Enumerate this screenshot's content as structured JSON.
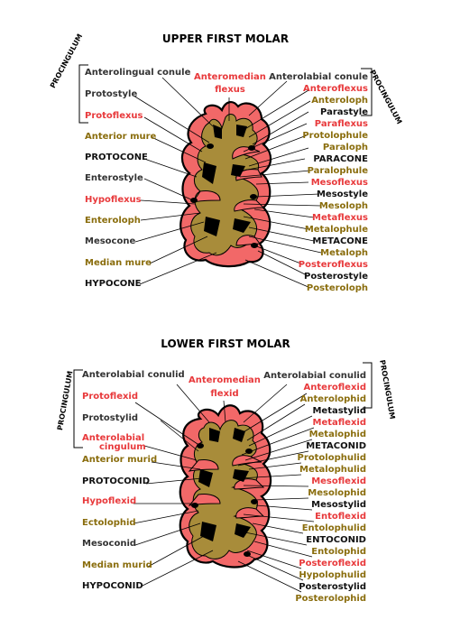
{
  "upper": {
    "title": "UPPER FIRST MOLAR",
    "procingulum_left": "PROCINGULUM",
    "procingulum_right": "PROCINGULUM",
    "left_labels": [
      {
        "text": "Anterolingual conule",
        "cls": "grey"
      },
      {
        "text": "Protostyle",
        "cls": "grey"
      },
      {
        "text": "Protoflexus",
        "cls": "red"
      },
      {
        "text": "Anterior mure",
        "cls": "olive"
      },
      {
        "text": "PROTOCONE",
        "cls": "blk"
      },
      {
        "text": "Enterostyle",
        "cls": "grey"
      },
      {
        "text": "Hypoflexus",
        "cls": "red"
      },
      {
        "text": "Enteroloph",
        "cls": "olive"
      },
      {
        "text": "Mesocone",
        "cls": "grey"
      },
      {
        "text": "Median mure",
        "cls": "olive"
      },
      {
        "text": "HYPOCONE",
        "cls": "blk"
      }
    ],
    "top_label_line1": "Anteromedian",
    "top_label_line2": "flexus",
    "right_labels": [
      {
        "text": "Anterolabial conule",
        "cls": "grey"
      },
      {
        "text": "Anteroflexus",
        "cls": "red"
      },
      {
        "text": "Anteroloph",
        "cls": "olive"
      },
      {
        "text": "Parastyle",
        "cls": "blk"
      },
      {
        "text": "Paraflexus",
        "cls": "red"
      },
      {
        "text": "Protolophule",
        "cls": "olive"
      },
      {
        "text": "Paraloph",
        "cls": "olive"
      },
      {
        "text": "PARACONE",
        "cls": "blk"
      },
      {
        "text": "Paralophule",
        "cls": "olive"
      },
      {
        "text": "Mesoflexus",
        "cls": "red"
      },
      {
        "text": "Mesostyle",
        "cls": "blk"
      },
      {
        "text": "Mesoloph",
        "cls": "olive"
      },
      {
        "text": "Metaflexus",
        "cls": "red"
      },
      {
        "text": "Metalophule",
        "cls": "olive"
      },
      {
        "text": "METACONE",
        "cls": "blk"
      },
      {
        "text": "Metaloph",
        "cls": "olive"
      },
      {
        "text": "Posteroflexus",
        "cls": "red"
      },
      {
        "text": "Posterostyle",
        "cls": "blk"
      },
      {
        "text": "Posteroloph",
        "cls": "olive"
      }
    ]
  },
  "lower": {
    "title": "LOWER FIRST MOLAR",
    "procingulum_left": "PROCINGULUM",
    "procingulum_right": "PROCINGULUM",
    "left_labels": [
      {
        "text": "Anterolabial conulid",
        "cls": "grey"
      },
      {
        "text": "Protoflexid",
        "cls": "red"
      },
      {
        "text": "Protostylid",
        "cls": "grey"
      },
      {
        "text": "Anterolabial",
        "cls": "red"
      },
      {
        "text": "cingulum",
        "cls": "red"
      },
      {
        "text": "Anterior murid",
        "cls": "olive"
      },
      {
        "text": "PROTOCONID",
        "cls": "blk"
      },
      {
        "text": "Hypoflexid",
        "cls": "red"
      },
      {
        "text": "Ectolophid",
        "cls": "olive"
      },
      {
        "text": "Mesoconid",
        "cls": "grey"
      },
      {
        "text": "Median murid",
        "cls": "olive"
      },
      {
        "text": "HYPOCONID",
        "cls": "blk"
      }
    ],
    "top_label_line1": "Anteromedian",
    "top_label_line2": "flexid",
    "right_labels": [
      {
        "text": "Anterolabial conulid",
        "cls": "grey"
      },
      {
        "text": "Anteroflexid",
        "cls": "red"
      },
      {
        "text": "Anterolophid",
        "cls": "olive"
      },
      {
        "text": "Metastylid",
        "cls": "blk"
      },
      {
        "text": "Metaflexid",
        "cls": "red"
      },
      {
        "text": "Metalophid",
        "cls": "olive"
      },
      {
        "text": "METACONID",
        "cls": "blk"
      },
      {
        "text": "Protolophulid",
        "cls": "olive"
      },
      {
        "text": "Metalophulid",
        "cls": "olive"
      },
      {
        "text": "Mesoflexid",
        "cls": "red"
      },
      {
        "text": "Mesolophid",
        "cls": "olive"
      },
      {
        "text": "Mesostylid",
        "cls": "blk"
      },
      {
        "text": "Entoflexid",
        "cls": "red"
      },
      {
        "text": "Entolophulid",
        "cls": "olive"
      },
      {
        "text": "ENTOCONID",
        "cls": "blk"
      },
      {
        "text": "Entolophid",
        "cls": "olive"
      },
      {
        "text": "Posteroflexid",
        "cls": "red"
      },
      {
        "text": "Hypolophulid",
        "cls": "olive"
      },
      {
        "text": "Posterostylid",
        "cls": "blk"
      },
      {
        "text": "Posterolophid",
        "cls": "olive"
      }
    ]
  },
  "colors": {
    "enamel": "#f26868",
    "dentine": "#a88c3a",
    "outline": "#000000",
    "label_red": "#e8393b",
    "label_olive": "#8a6d0d"
  }
}
